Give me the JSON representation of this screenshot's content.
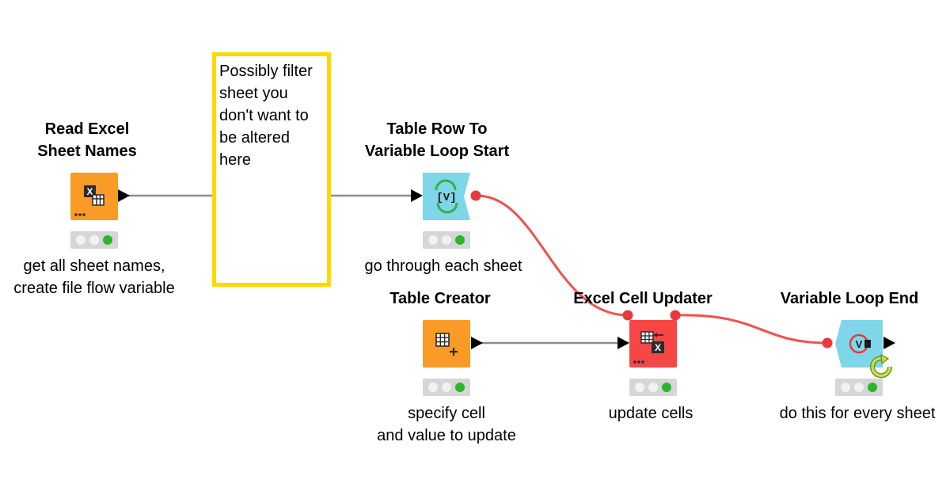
{
  "annotation": {
    "text": "Possibly filter\nsheet you\ndon't want to\nbe altered\nhere",
    "border_color": "#ffd800"
  },
  "colors": {
    "source_node": "#f99b26",
    "loop_node": "#7fd6e8",
    "manipulator_node": "#f74646",
    "data_connection": "#8c8c8c",
    "variable_connection": "#f05050",
    "status_green": "#2ab52a"
  },
  "nodes": {
    "read_excel": {
      "title": "Read Excel\nSheet Names",
      "description": "get all sheet names,\ncreate file flow variable",
      "icon": "excel-sheet-icon",
      "status": "executed"
    },
    "loop_start": {
      "title": "Table Row To\nVariable Loop Start",
      "description": "go through each sheet",
      "icon": "variable-loop-start-icon",
      "status": "executed"
    },
    "table_creator": {
      "title": "Table Creator",
      "description": "specify cell\nand value to update",
      "icon": "table-create-icon",
      "status": "executed"
    },
    "cell_updater": {
      "title": "Excel Cell Updater",
      "description": "update cells",
      "icon": "excel-update-icon",
      "status": "executed"
    },
    "loop_end": {
      "title": "Variable Loop End",
      "description": "do this for every sheet",
      "icon": "variable-loop-end-icon",
      "status": "executed"
    }
  }
}
